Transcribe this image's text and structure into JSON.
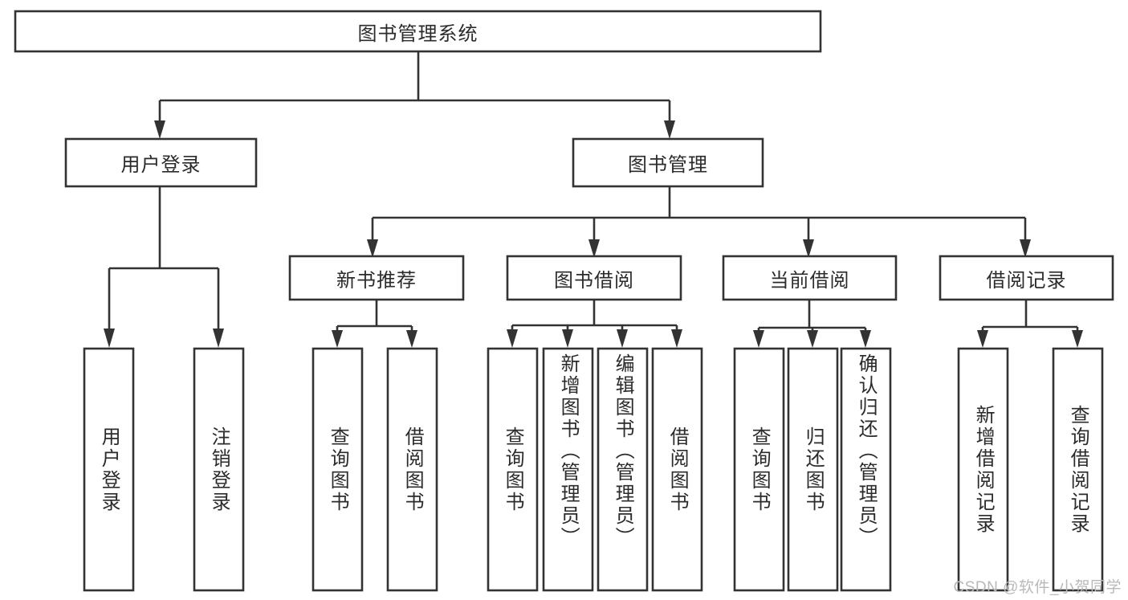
{
  "diagram": {
    "type": "tree-hierarchy-chart",
    "title": "图书管理系统",
    "colors": {
      "background": "#ffffff",
      "box_border": "#333333",
      "box_fill": "#ffffff",
      "text": "#2b2b2b",
      "watermark": "#b9b9b9"
    },
    "root": {
      "label": "图书管理系统",
      "orientation": "horizontal"
    },
    "level2": [
      {
        "label": "用户登录",
        "orientation": "horizontal"
      },
      {
        "label": "图书管理",
        "orientation": "horizontal"
      }
    ],
    "level3": [
      {
        "label": "新书推荐",
        "orientation": "horizontal"
      },
      {
        "label": "图书借阅",
        "orientation": "horizontal"
      },
      {
        "label": "当前借阅",
        "orientation": "horizontal"
      },
      {
        "label": "借阅记录",
        "orientation": "horizontal"
      }
    ],
    "leaves": {
      "user_login": [
        {
          "label": "用户登录",
          "orientation": "vertical"
        },
        {
          "label": "注销登录",
          "orientation": "vertical"
        }
      ],
      "new_book_recommend": [
        {
          "label": "查询图书",
          "orientation": "vertical"
        },
        {
          "label": "借阅图书",
          "orientation": "vertical"
        }
      ],
      "book_borrow": [
        {
          "label": "查询图书",
          "orientation": "vertical"
        },
        {
          "label": "新增图书（管理员）",
          "orientation": "vertical"
        },
        {
          "label": "编辑图书（管理员）",
          "orientation": "vertical"
        },
        {
          "label": "借阅图书",
          "orientation": "vertical"
        }
      ],
      "current_borrow": [
        {
          "label": "查询图书",
          "orientation": "vertical"
        },
        {
          "label": "归还图书",
          "orientation": "vertical"
        },
        {
          "label": "确认归还（管理员）",
          "orientation": "vertical"
        }
      ],
      "borrow_record": [
        {
          "label": "新增借阅记录",
          "orientation": "vertical"
        },
        {
          "label": "查询借阅记录",
          "orientation": "vertical"
        }
      ]
    }
  },
  "watermark": {
    "text": "CSDN @软件_小贺同学"
  }
}
